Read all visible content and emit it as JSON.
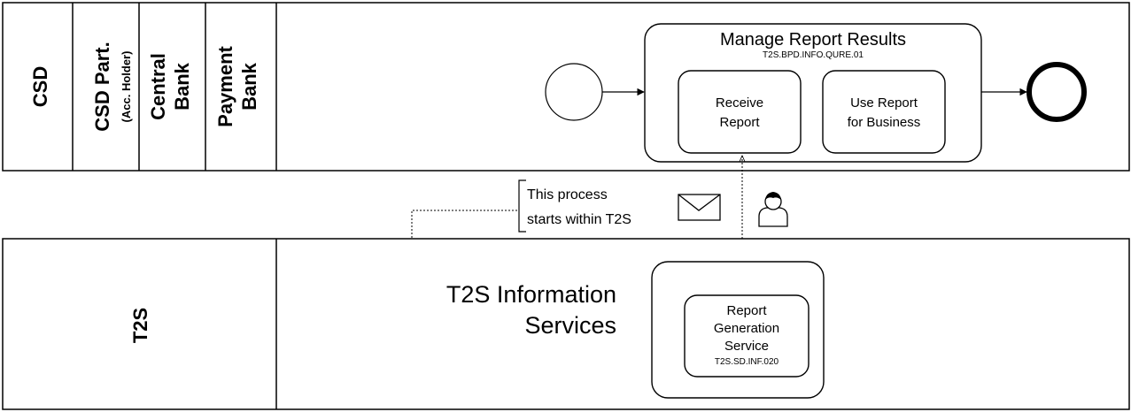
{
  "top_pool": {
    "lanes": [
      {
        "title": "CSD",
        "subtitle": ""
      },
      {
        "title": "CSD Part.",
        "subtitle": "(Acc. Holder)"
      },
      {
        "title": "Central",
        "title2": "Bank"
      },
      {
        "title": "Payment",
        "title2": "Bank"
      }
    ],
    "subprocess": {
      "title": "Manage Report Results",
      "code": "T2S.BPD.INFO.QURE.01",
      "tasks": [
        {
          "line1": "Receive",
          "line2": "Report"
        },
        {
          "line1": "Use Report",
          "line2": "for Business"
        }
      ]
    }
  },
  "annotation": {
    "line1": "This process",
    "line2": "starts within T2S"
  },
  "icons": [
    "message-envelope-icon",
    "user-icon"
  ],
  "bottom_pool": {
    "title": "T2S",
    "group_title_line1": "T2S Information",
    "group_title_line2": "Services",
    "service": {
      "line1": "Report",
      "line2": "Generation",
      "line3": "Service",
      "code": "T2S.SD.INF.020"
    }
  }
}
